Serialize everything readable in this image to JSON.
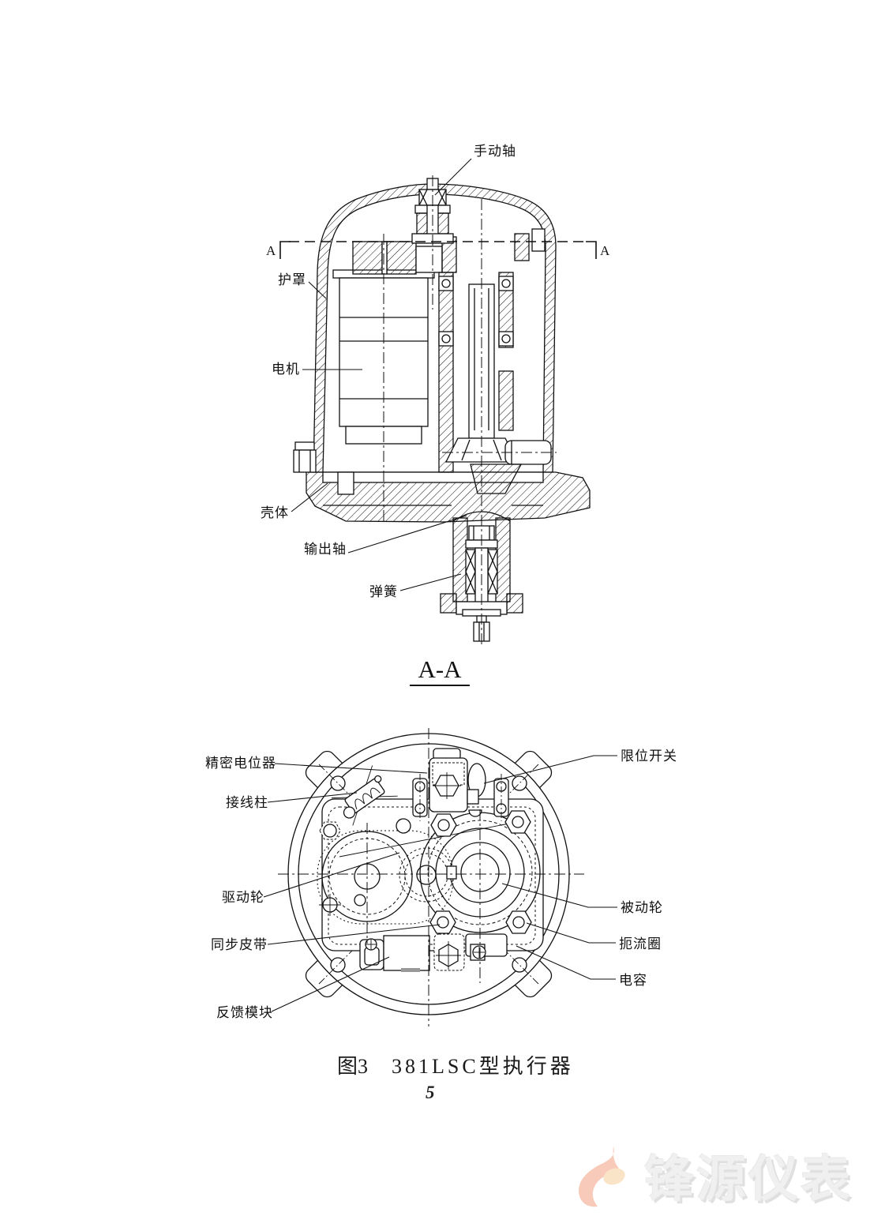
{
  "figure": {
    "section_label": "A-A",
    "marker_left": "A",
    "marker_right": "A",
    "caption_figure": "图3",
    "caption_title": "381LSC型执行器"
  },
  "diagram_labels": {
    "manual_shaft": "手动轴",
    "cover": "护罩",
    "motor": "电机",
    "housing": "壳体",
    "output_shaft": "输出轴",
    "spring": "弹簧",
    "precision_potentiometer": "精密电位器",
    "terminal_post": "接线柱",
    "drive_wheel": "驱动轮",
    "sync_belt": "同步皮带",
    "feedback_module": "反馈模块",
    "limit_switch": "限位开关",
    "driven_wheel": "被动轮",
    "choke_coil": "扼流圈",
    "capacitor": "电容"
  },
  "page_number": "5",
  "watermark": {
    "text": "锋源仪表",
    "logo_color": "#f8cab9",
    "logo_dot_color": "#fae4c8",
    "text_color": "#f0f0f0"
  }
}
